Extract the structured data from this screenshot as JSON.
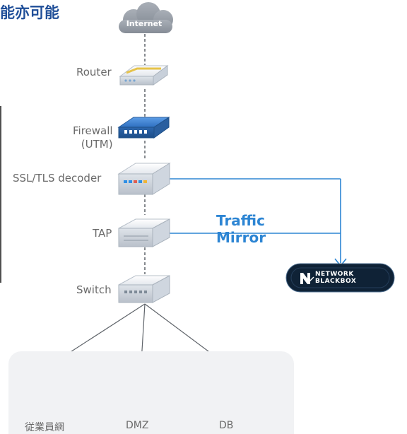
{
  "heading": {
    "text": "能亦可能"
  },
  "diagram": {
    "internet_label": "Internet",
    "router_label": "Router",
    "firewall_label_line1": "Firewall",
    "firewall_label_line2": "(UTM)",
    "ssl_tls_decoder_label": "SSL/TLS decoder",
    "tap_label": "TAP",
    "switch_label": "Switch",
    "traffic_mirror_line1": "Traffic",
    "traffic_mirror_line2": "Mirror",
    "network_blackbox_line1": "NETWORK",
    "network_blackbox_line2": "BLACKBOX"
  },
  "endpoints": {
    "employee_label": "従業員網",
    "dmz_label": "DMZ",
    "db_label": "DB"
  },
  "colors": {
    "heading": "#1f4e98",
    "mirror_line": "#2d85d3",
    "firewall_blue": "#2f70c0",
    "cloud_gray": "#939aa4",
    "panel_gray": "#f1f2f4"
  }
}
